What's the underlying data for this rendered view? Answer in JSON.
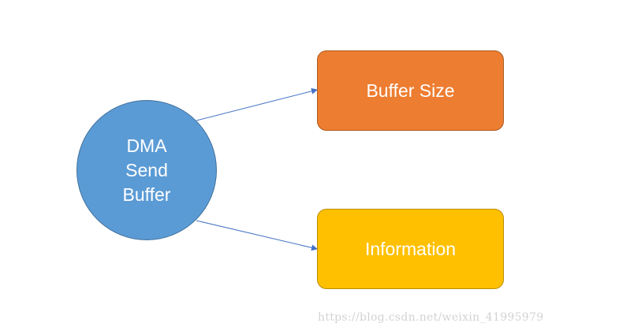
{
  "diagram": {
    "center_node": {
      "lines": [
        "DMA",
        "Send",
        "Buffer"
      ],
      "color": "#5b9bd5"
    },
    "nodes": [
      {
        "label": "Buffer Size",
        "color": "#ed7d31"
      },
      {
        "label": "Information",
        "color": "#ffc000"
      }
    ],
    "arrow_color": "#4472c4"
  },
  "watermark": "https://blog.csdn.net/weixin_41995979"
}
